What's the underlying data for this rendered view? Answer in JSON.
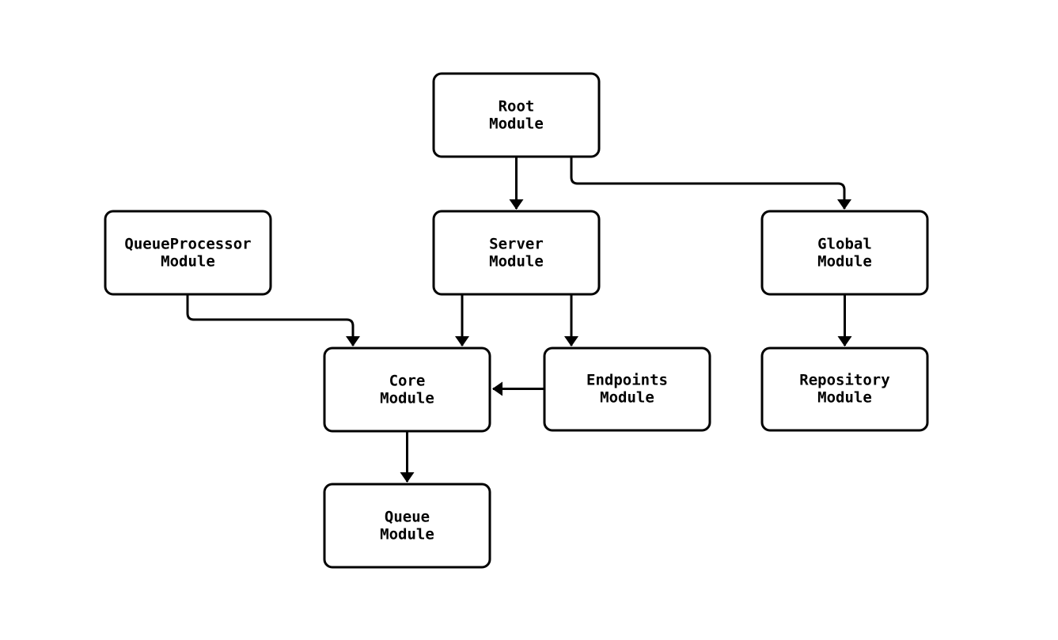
{
  "diagram": {
    "type": "flowchart",
    "direction": "top-down",
    "background_color": "#ffffff",
    "node_fill_color": "#ffffff",
    "node_border_color": "#000000",
    "edge_color": "#000000",
    "nodes": {
      "root": {
        "line1": "Root",
        "line2": "Module"
      },
      "server": {
        "line1": "Server",
        "line2": "Module"
      },
      "global": {
        "line1": "Global",
        "line2": "Module"
      },
      "queueprocessor": {
        "line1": "QueueProcessor",
        "line2": "Module"
      },
      "core": {
        "line1": "Core",
        "line2": "Module"
      },
      "endpoints": {
        "line1": "Endpoints",
        "line2": "Module"
      },
      "repository": {
        "line1": "Repository",
        "line2": "Module"
      },
      "queue": {
        "line1": "Queue",
        "line2": "Module"
      }
    },
    "edges": [
      {
        "from": "Root Module",
        "to": "Server Module"
      },
      {
        "from": "Root Module",
        "to": "Global Module"
      },
      {
        "from": "QueueProcessor Module",
        "to": "Core Module"
      },
      {
        "from": "Server Module",
        "to": "Core Module"
      },
      {
        "from": "Server Module",
        "to": "Endpoints Module"
      },
      {
        "from": "Endpoints Module",
        "to": "Core Module"
      },
      {
        "from": "Core Module",
        "to": "Queue Module"
      },
      {
        "from": "Global Module",
        "to": "Repository Module"
      }
    ]
  }
}
